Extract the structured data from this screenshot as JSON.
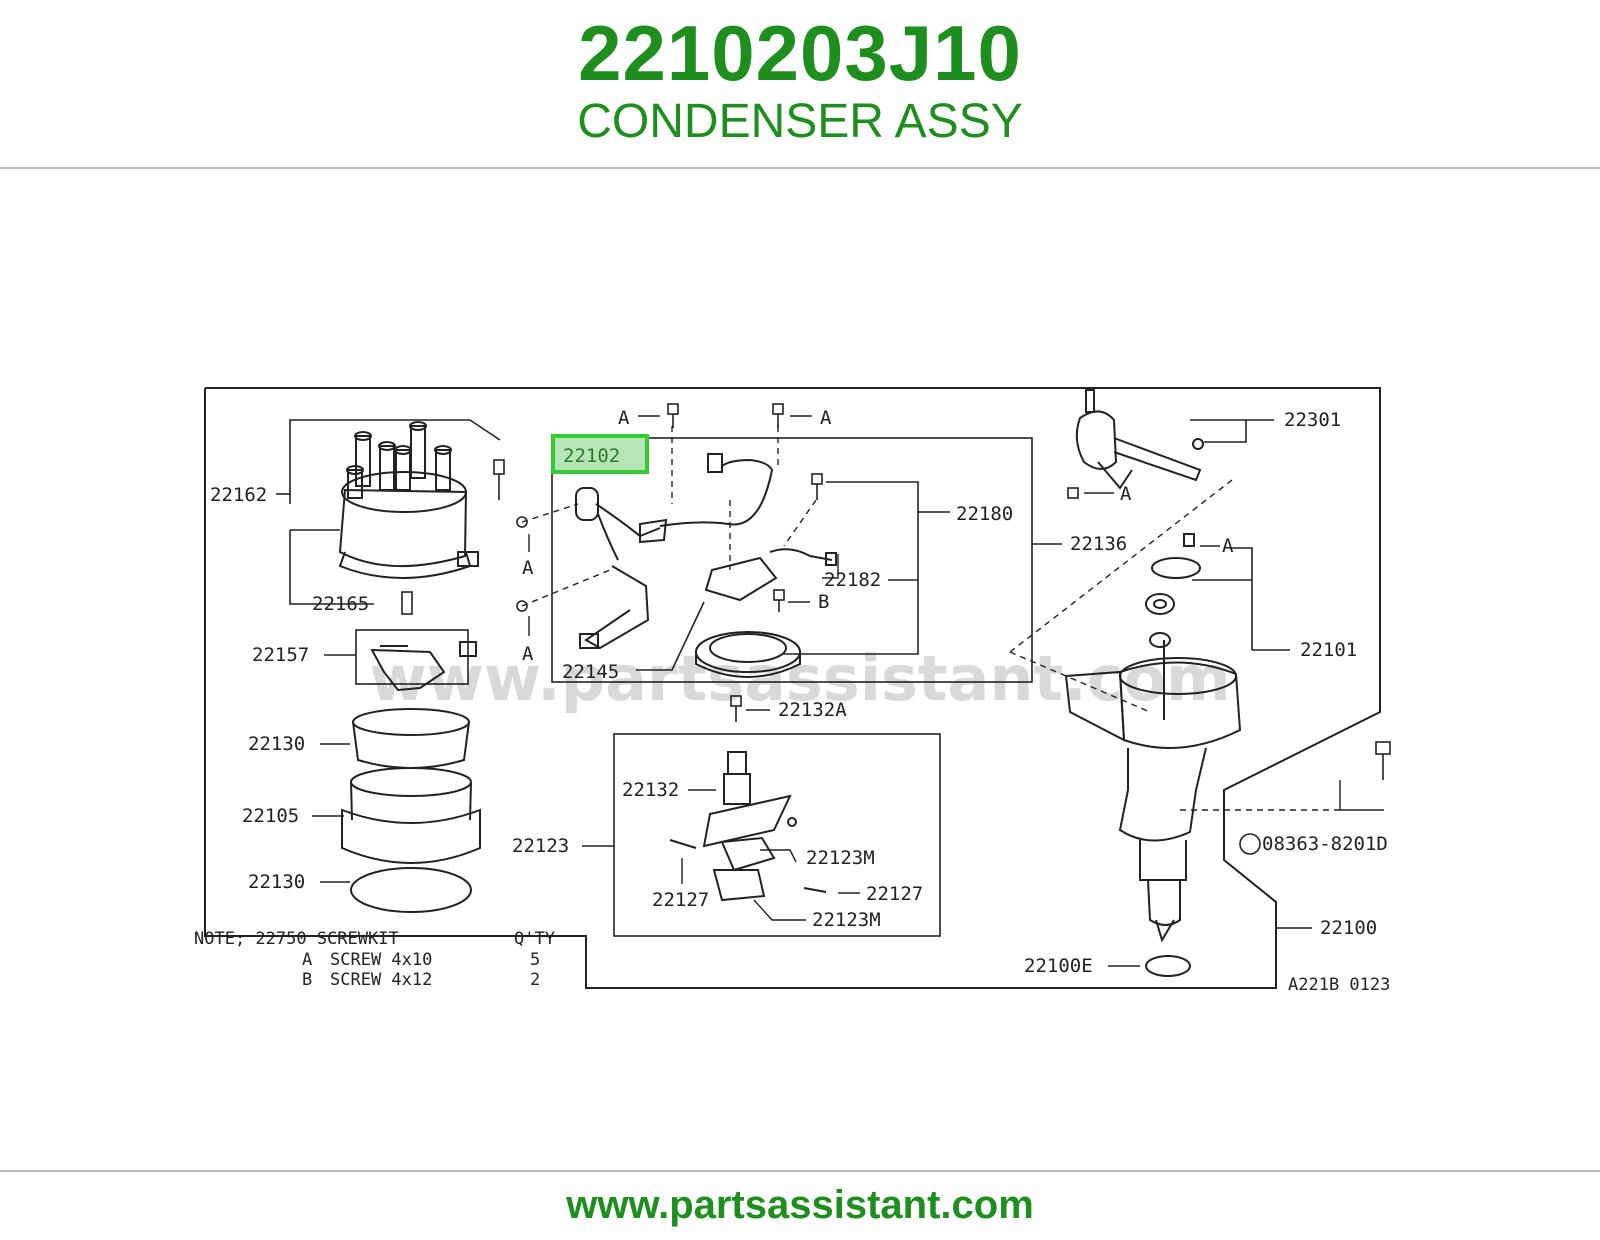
{
  "header": {
    "part_number": "2210203J10",
    "part_name": "CONDENSER ASSY"
  },
  "footer": {
    "url": "www.partsassistant.com"
  },
  "diagram": {
    "watermark": "www.partsassistant.com",
    "highlighted_part": "22102",
    "figure_code": "A221B 0123",
    "callouts": {
      "c22162": "22162",
      "c22165": "22165",
      "c22157": "22157",
      "c22130a": "22130",
      "c22105": "22105",
      "c22130b": "22130",
      "c22180": "22180",
      "c22182": "22182",
      "c22145": "22145",
      "c22136": "22136",
      "c22301": "22301",
      "c22101": "22101",
      "c22132A": "22132A",
      "c22132": "22132",
      "c22123": "22123",
      "c22123M_a": "22123M",
      "c22123M_b": "22123M",
      "c22127_a": "22127",
      "c22127_b": "22127",
      "c08363": "08363-8201D",
      "c22100": "22100",
      "c22100E": "22100E"
    },
    "screw_marks": {
      "a1": "A",
      "a2": "A",
      "a3": "A",
      "a4": "A",
      "a5": "A",
      "a6": "A",
      "b1": "B"
    },
    "note": {
      "title": "NOTE; 22750 SCREWKIT",
      "qty_header": "Q'TY",
      "rows": [
        {
          "key": "A",
          "desc": "SCREW 4x10",
          "qty": "5"
        },
        {
          "key": "B",
          "desc": "SCREW 4x12",
          "qty": "2"
        }
      ]
    },
    "colors": {
      "accent": "#1e8e1e",
      "highlight_border": "#33cc33",
      "highlight_fill": "#b6e6b6"
    }
  }
}
